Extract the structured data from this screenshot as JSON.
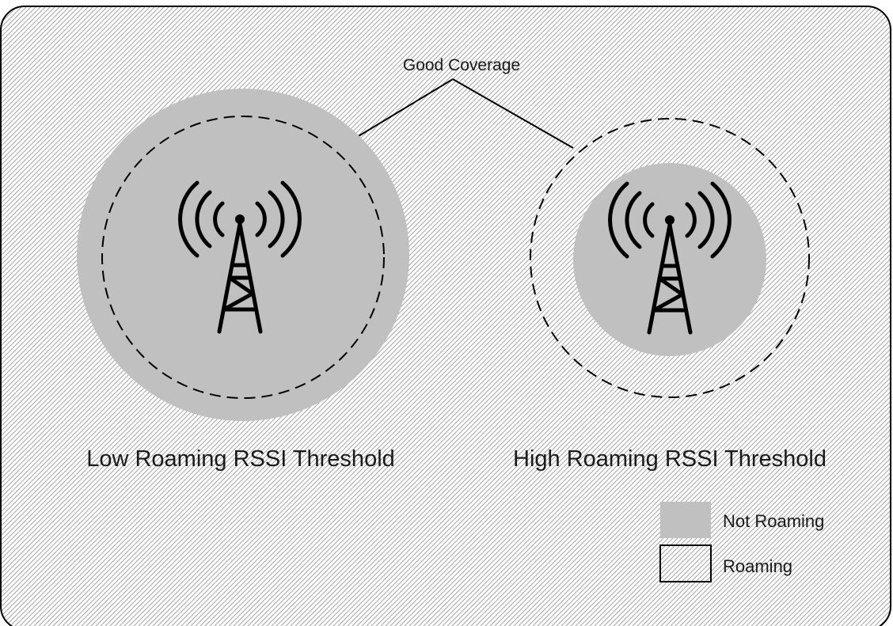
{
  "diagram": {
    "callout_label": "Good Coverage",
    "left_caption": "Low Roaming RSSI Threshold",
    "right_caption": "High Roaming RSSI Threshold",
    "legend": {
      "not_roaming": "Not Roaming",
      "roaming": "Roaming"
    }
  },
  "colors": {
    "not_roaming_fill": "#c0c0c0",
    "roaming_hatch_line": "#9a9a9a",
    "stroke": "#000000",
    "text": "#1a1a1a"
  },
  "icons": {
    "tower": "cell-tower-icon"
  }
}
